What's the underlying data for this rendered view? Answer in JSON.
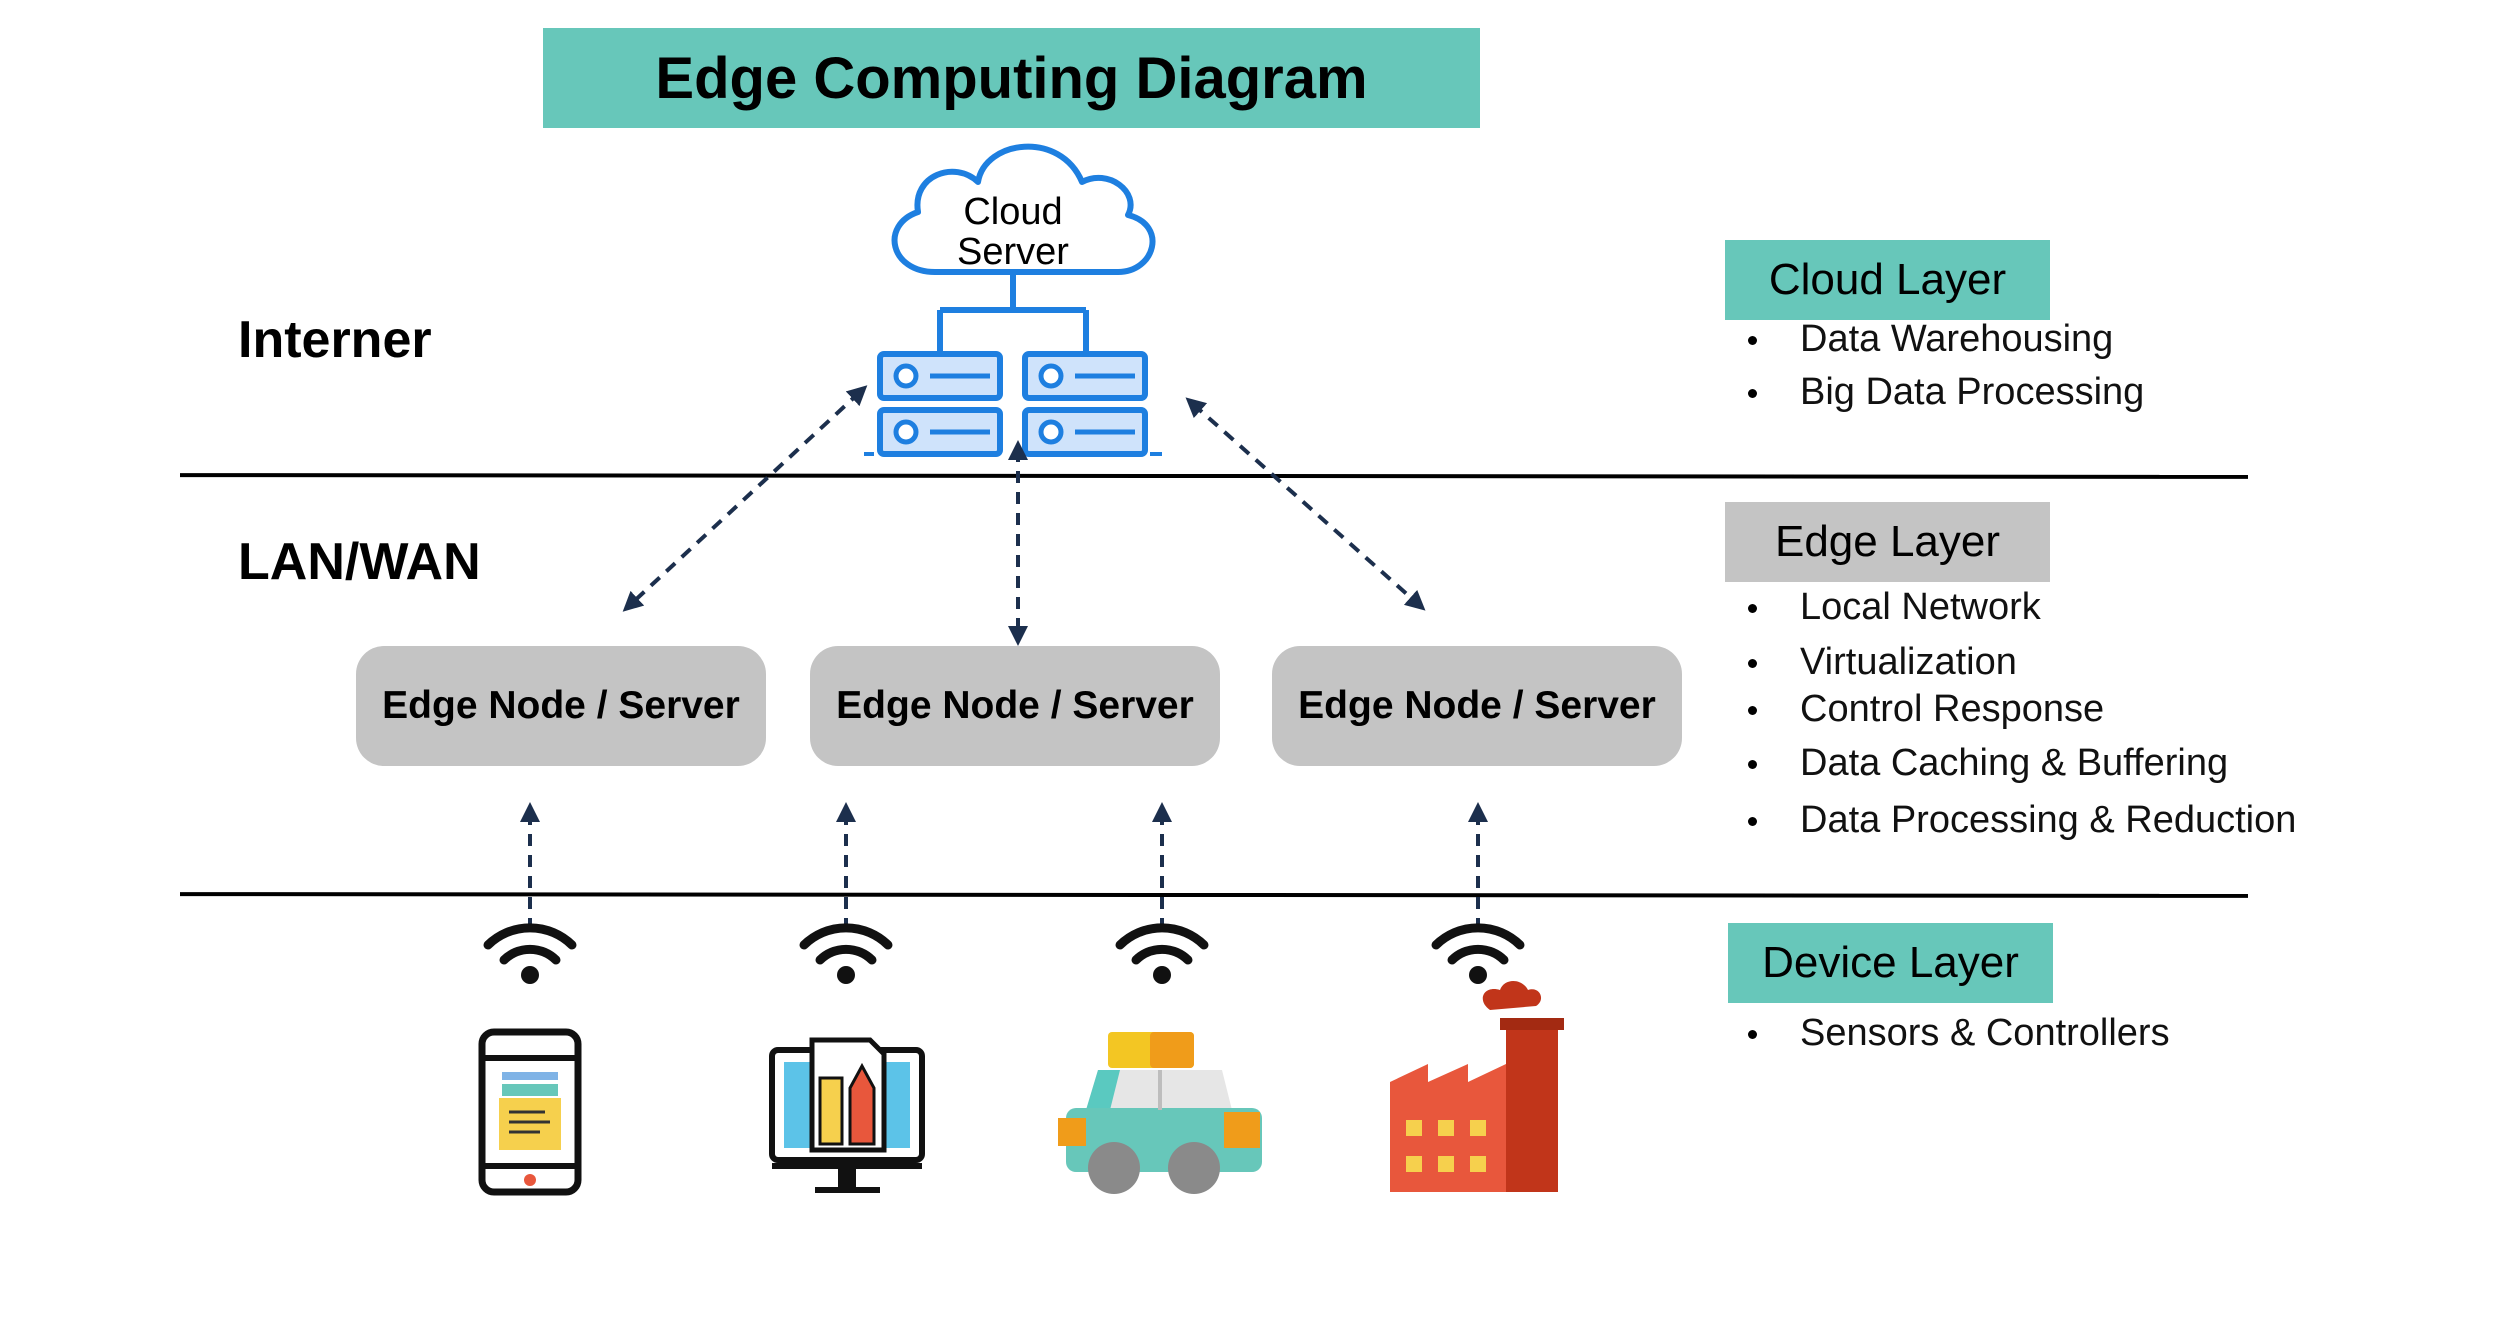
{
  "title": "Edge Computing Diagram",
  "zones": {
    "internet": "Interner",
    "lan_wan": "LAN/WAN"
  },
  "cloud": {
    "line1": "Cloud",
    "line2": "Server"
  },
  "edge_nodes": [
    {
      "label": "Edge Node / Server"
    },
    {
      "label": "Edge Node / Server"
    },
    {
      "label": "Edge Node / Server"
    }
  ],
  "layers": {
    "cloud": {
      "title": "Cloud Layer",
      "items": [
        "Data Warehousing",
        "Big Data Processing"
      ]
    },
    "edge": {
      "title": "Edge Layer",
      "items": [
        "Local Network",
        "Virtualization",
        "Control Response",
        "Data Caching & Buffering",
        "Data Processing & Reduction"
      ]
    },
    "device": {
      "title": "Device Layer",
      "items": [
        "Sensors & Controllers"
      ]
    }
  },
  "devices": [
    {
      "icon": "smartphone-icon"
    },
    {
      "icon": "design-monitor-icon"
    },
    {
      "icon": "car-icon"
    },
    {
      "icon": "factory-icon"
    }
  ],
  "colors": {
    "teal": "#67c7ba",
    "grey": "#c4c4c4",
    "server_blue": "#1e7fe0",
    "arrow": "#1c2f4d"
  }
}
